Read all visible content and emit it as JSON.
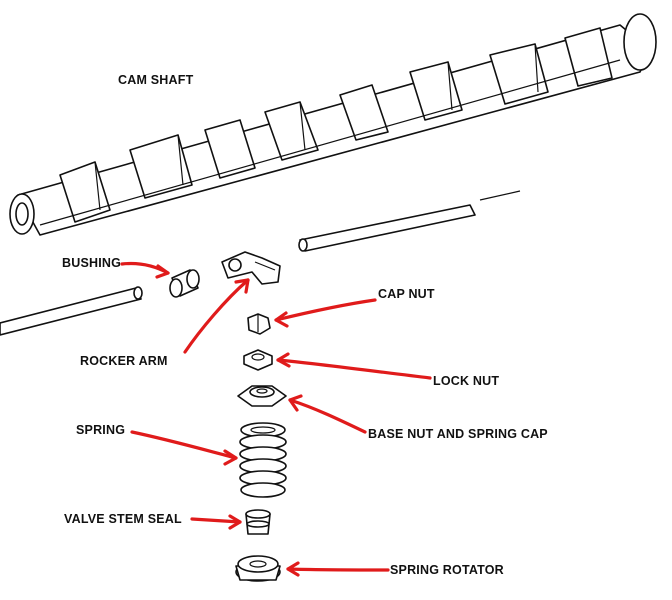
{
  "labels": {
    "camshaft": "CAM SHAFT",
    "bushing": "BUSHING",
    "rocker_arm": "ROCKER ARM",
    "cap_nut": "CAP NUT",
    "lock_nut": "LOCK NUT",
    "base_nut": "BASE NUT AND SPRING CAP",
    "spring": "SPRING",
    "valve_stem_seal": "VALVE STEM SEAL",
    "spring_rotator": "SPRING ROTATOR"
  },
  "colors": {
    "arrow": "#e01b1b",
    "line": "#111111",
    "background": "#ffffff"
  }
}
